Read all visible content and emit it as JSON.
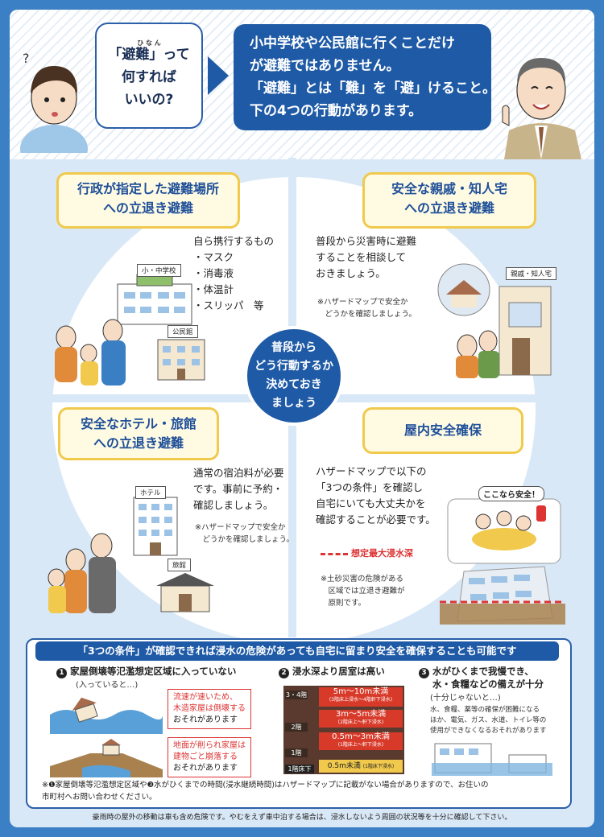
{
  "header": {
    "question": {
      "ruby": "ひ な ん",
      "line1": "「避難」って",
      "line2": "何すれば",
      "line3": "いいの?"
    },
    "answer": [
      "小中学校や公民館に行くことだけ",
      "が避難ではありません。",
      "「避難」とは「難」を「避」けること。",
      "下の4つの行動があります。"
    ]
  },
  "center": [
    "普段から",
    "どう行動するか",
    "決めておき",
    "ましょう"
  ],
  "q1": {
    "title": [
      "行政が指定した避難場所",
      "への立退き避難"
    ],
    "items": [
      "自ら携行するもの",
      "・マスク",
      "・消毒液",
      "・体温計",
      "・スリッパ　等"
    ],
    "labels": {
      "school": "小・中学校",
      "hall": "公民館"
    }
  },
  "q2": {
    "title": [
      "安全な親戚・知人宅",
      "への立退き避難"
    ],
    "text": [
      "普段から災害時に避難",
      "することを相談して",
      "おきましょう。"
    ],
    "note": [
      "※ハザードマップで安全か",
      "　どうかを確認しましょう。"
    ],
    "label": "親戚・知人宅"
  },
  "q3": {
    "title": [
      "安全なホテル・旅館",
      "への立退き避難"
    ],
    "text": [
      "通常の宿泊料が必要",
      "です。事前に予約・",
      "確認しましょう。"
    ],
    "note": [
      "※ハザードマップで安全か",
      "　どうかを確認しましょう。"
    ],
    "labels": {
      "hotel": "ホテル",
      "ryokan": "旅館"
    }
  },
  "q4": {
    "title": "屋内安全確保",
    "text": [
      "ハザードマップで以下の",
      "「3つの条件」を確認し",
      "自宅にいても大丈夫かを",
      "確認することが必要です。"
    ],
    "legend": "想定最大浸水深",
    "note": [
      "※土砂災害の危険がある",
      "　区域では立退き避難が",
      "　原則です。"
    ],
    "speech": "ここなら安全！"
  },
  "conditions": {
    "title": "「3つの条件」が確認できれば浸水の危険があっても自宅に留まり安全を確保することも可能です",
    "c1": {
      "num": "1",
      "head": "家屋倒壊等氾濫想定区域に入っていない",
      "sub": "(入っていると…)",
      "box1": {
        "l1a": "流速が速いため、",
        "l2a": "木造家屋は倒壊する",
        "l3": "おそれがあります"
      },
      "box2": {
        "l1a": "地面が削られ家屋は",
        "l2a": "建物ごと崩落する",
        "l3": "おそれがあります"
      }
    },
    "c2": {
      "num": "2",
      "head": "浸水深より居室は高い",
      "floors": [
        "3・4階",
        "2階",
        "1階",
        "1階床下"
      ],
      "depths": [
        {
          "main": "5m〜10m未満",
          "sub": "(3階床上浸水〜4階軒下浸水)"
        },
        {
          "main": "3m〜5m未満",
          "sub": "(2階床上〜軒下浸水)"
        },
        {
          "main": "0.5m〜3m未満",
          "sub": "(1階床上〜軒下浸水)"
        },
        {
          "main": "0.5m未満",
          "sub": "(1階床下浸水)"
        }
      ]
    },
    "c3": {
      "num": "3",
      "head": [
        "水がひくまで我慢でき、",
        "水・食糧などの備えが十分"
      ],
      "sub": "(十分じゃないと…)",
      "text": [
        "水、食糧、薬等の確保が困難になる",
        "ほか、電気、ガス、水道、トイレ等の",
        "使用ができなくなるおそれがあります"
      ]
    },
    "footnote": [
      "※❶家屋倒壊等氾濫想定区域や❸水がひくまでの時間(浸水継続時間)はハザードマップに記載がない場合がありますので、お住いの",
      "市町村へお問い合わせください。"
    ]
  },
  "footer": "豪雨時の屋外の移動は車も含め危険です。やむをえず車中泊する場合は、浸水しないよう周囲の状況等を十分に確認して下さい。"
}
